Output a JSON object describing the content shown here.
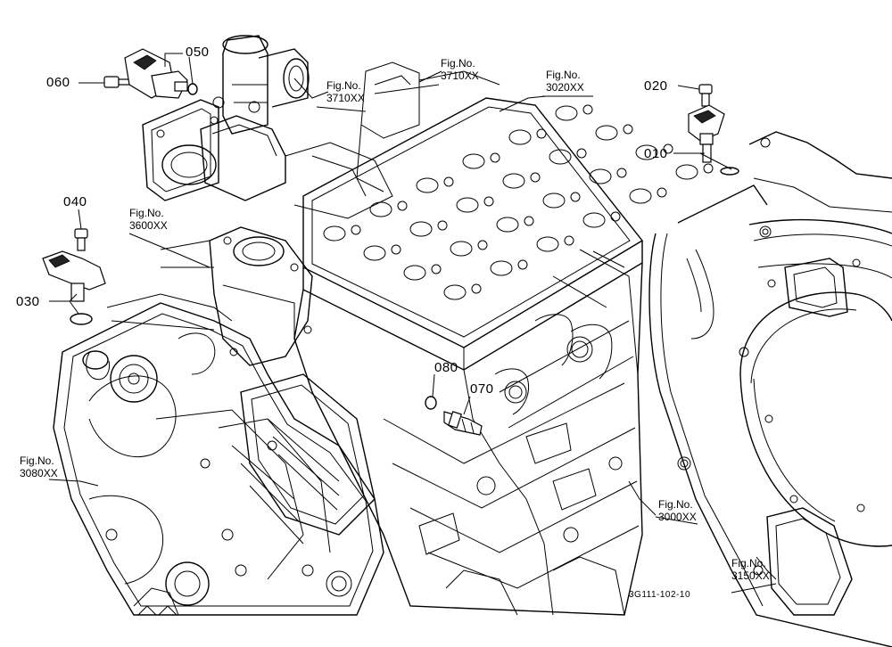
{
  "parts": {
    "p010": "010",
    "p020": "020",
    "p030": "030",
    "p040": "040",
    "p050": "050",
    "p060": "060",
    "p070": "070",
    "p080": "080"
  },
  "figure_refs": {
    "fig3710a": {
      "prefix": "Fig.No.",
      "number": "3710XX"
    },
    "fig3710b": {
      "prefix": "Fig.No.",
      "number": "3710XX"
    },
    "fig3020": {
      "prefix": "Fig.No.",
      "number": "3020XX"
    },
    "fig3600": {
      "prefix": "Fig.No.",
      "number": "3600XX"
    },
    "fig3080": {
      "prefix": "Fig.No.",
      "number": "3080XX"
    },
    "fig3000": {
      "prefix": "Fig.No.",
      "number": "3000XX"
    },
    "fig3150": {
      "prefix": "Fig.No.",
      "number": "3150XX"
    }
  },
  "drawing_code": "3G111-102-10"
}
